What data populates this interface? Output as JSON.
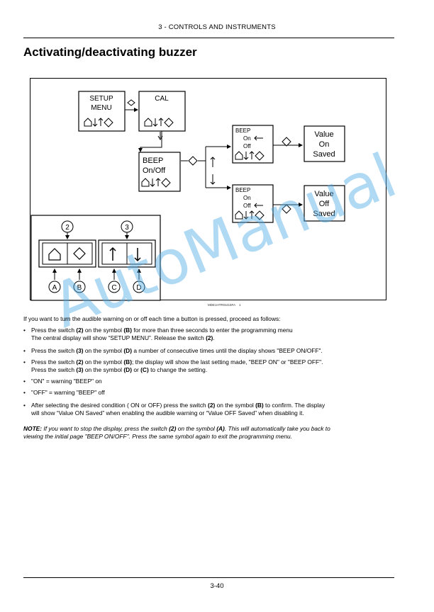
{
  "header": {
    "section": "3 - CONTROLS AND INSTRUMENTS"
  },
  "title": "Activating/deactivating buzzer",
  "diagram": {
    "setup_menu": [
      "SETUP",
      "MENU"
    ],
    "cal": "CAL",
    "beep_onoff": [
      "BEEP",
      "On/Off"
    ],
    "beep_on": {
      "title": "BEEP",
      "on": "On",
      "off": "Off"
    },
    "beep_off": {
      "title": "BEEP",
      "on": "On",
      "off": "Off"
    },
    "value_on": [
      "Value",
      "On",
      "Saved"
    ],
    "value_off": [
      "Value",
      "Off",
      "Saved"
    ],
    "switch_2": "2",
    "switch_3": "3",
    "labels": [
      "A",
      "B",
      "C",
      "D"
    ],
    "figure_id": "MDE1HTRIS415FA",
    "figure_no": "1"
  },
  "intro": "If you want to turn the audible warning on or off each time a button is pressed, proceed as follows:",
  "bullets": [
    {
      "parts": [
        [
          "Press the switch ",
          0
        ],
        [
          "(2)",
          1
        ],
        [
          " on the symbol ",
          0
        ],
        [
          "(B)",
          1
        ],
        [
          " for more than three seconds to enter the programming menu",
          0
        ]
      ],
      "parts2": [
        [
          "The central display will show “SETUP MENU”.  Release the switch ",
          0
        ],
        [
          "(2)",
          1
        ],
        [
          ".",
          0
        ]
      ]
    },
    {
      "parts": [
        [
          "Press the switch ",
          0
        ],
        [
          "(3)",
          1
        ],
        [
          " on the symbol ",
          0
        ],
        [
          "(D)",
          1
        ],
        [
          " a number of consecutive times until the display shows \"BEEP ON/OFF\".",
          0
        ]
      ]
    },
    {
      "parts": [
        [
          "Press the switch ",
          0
        ],
        [
          "(2)",
          1
        ],
        [
          " on the symbol ",
          0
        ],
        [
          "(B)",
          1
        ],
        [
          "; the display will show the last setting made, \"BEEP ON\" or \"BEEP OFF\".",
          0
        ]
      ],
      "parts2": [
        [
          "Press the switch ",
          0
        ],
        [
          "(3)",
          1
        ],
        [
          " on the symbol ",
          0
        ],
        [
          "(D)",
          1
        ],
        [
          " or ",
          0
        ],
        [
          "(C)",
          1
        ],
        [
          " to change the setting.",
          0
        ]
      ]
    },
    {
      "parts": [
        [
          "\"ON\" = warning \"BEEP\" on",
          0
        ]
      ]
    },
    {
      "parts": [
        [
          "\"OFF\" = warning \"BEEP\" off",
          0
        ]
      ]
    },
    {
      "parts": [
        [
          "After selecting the desired condition ( ON or OFF) press the switch ",
          0
        ],
        [
          "(2)",
          1
        ],
        [
          " on the symbol ",
          0
        ],
        [
          "(B)",
          1
        ],
        [
          " to confirm.  The display",
          0
        ]
      ],
      "parts2": [
        [
          "will show “Value ON Saved” when enabling the audible warning or “Value OFF Saved” when disabling it.",
          0
        ]
      ]
    }
  ],
  "note_label": "NOTE:",
  "note": [
    [
      " If you want to stop the display, press the switch ",
      0
    ],
    [
      "(2)",
      1
    ],
    [
      " on the symbol ",
      0
    ],
    [
      "(A)",
      1
    ],
    [
      ". This will automatically take you back to",
      0
    ]
  ],
  "note2": "viewing the initial page \"BEEP ON/OFF\".  Press the same symbol again to exit the programming menu.",
  "footer": {
    "page": "3-40"
  },
  "watermark": "AutoManual"
}
